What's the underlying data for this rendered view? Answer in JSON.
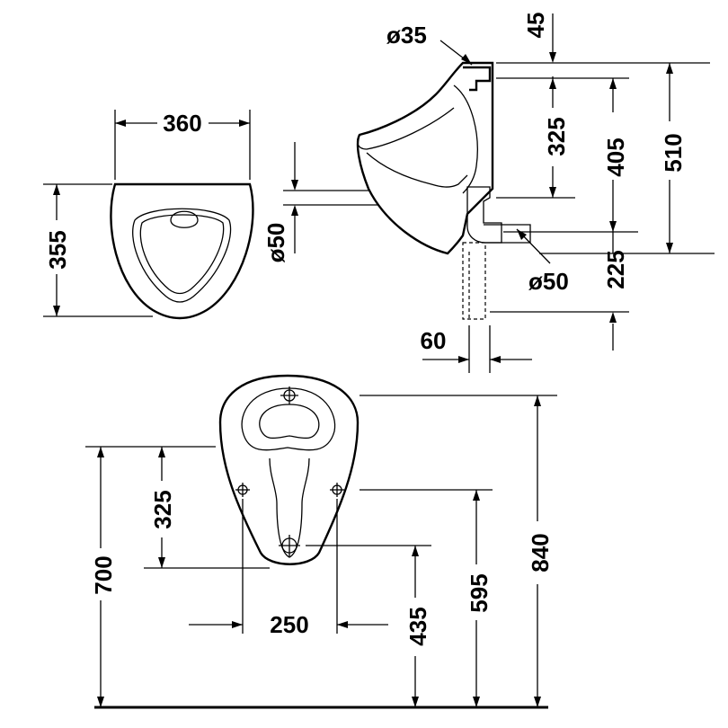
{
  "drawing": {
    "top_view": {
      "width": "360",
      "depth": "355"
    },
    "side_view": {
      "inlet_diameter": "ø35",
      "inlet_offset": "45",
      "inlet_to_outlet": "325",
      "top_to_outlet": "405",
      "overall_height": "510",
      "bowl_opening_diameter": "ø50",
      "waste_diameter": "ø50",
      "waste_drop": "225",
      "waste_offset": "60"
    },
    "front_view": {
      "inlet_to_fixing": "325",
      "floor_to_fixing": "700",
      "fixing_spacing": "250",
      "floor_to_waste": "435",
      "floor_to_rim_holes": "595",
      "floor_to_top": "840"
    }
  }
}
